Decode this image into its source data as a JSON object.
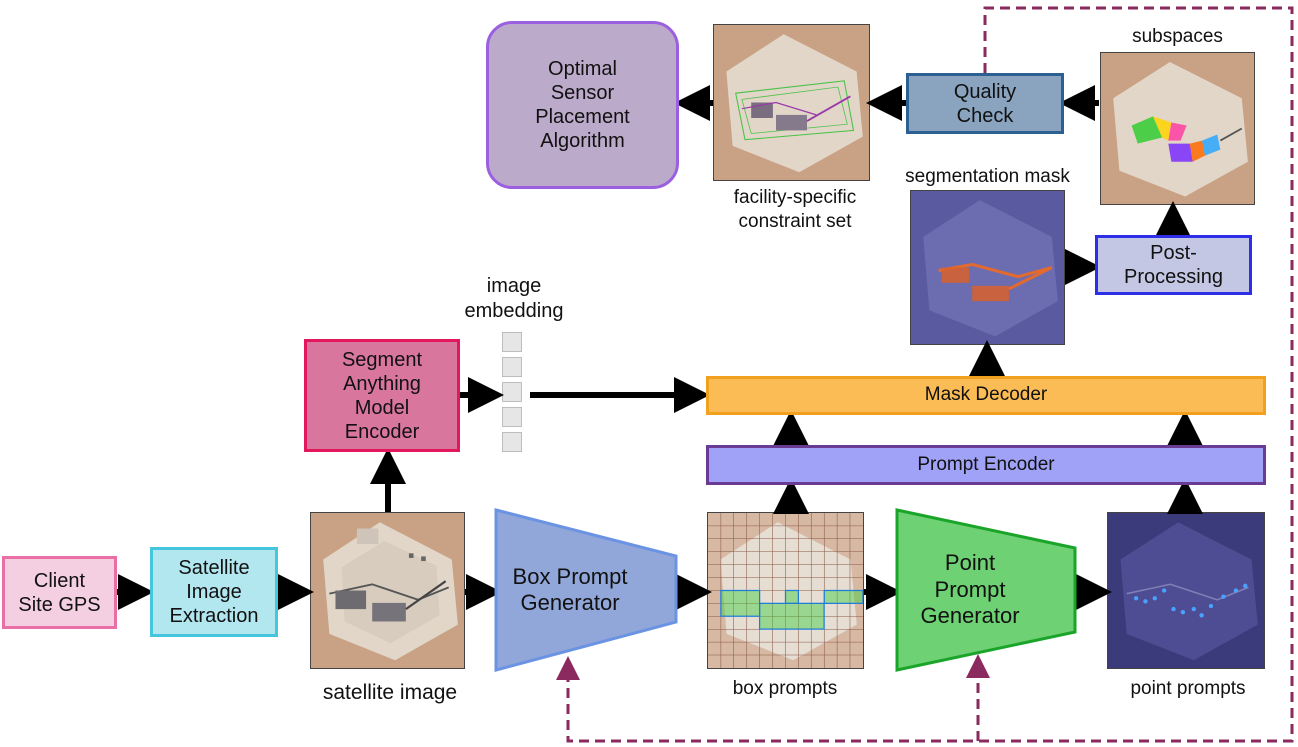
{
  "nodes": {
    "client_gps": "Client\nSite GPS",
    "satellite_extraction": "Satellite\nImage\nExtraction",
    "sam_encoder": "Segment\nAnything\nModel\nEncoder",
    "box_prompt_generator": "Box Prompt\nGenerator",
    "point_prompt_generator": "Point\nPrompt\nGenerator",
    "prompt_encoder": "Prompt Encoder",
    "mask_decoder": "Mask Decoder",
    "post_processing": "Post-\nProcessing",
    "quality_check": "Quality\nCheck",
    "optimal_sensor": "Optimal\nSensor\nPlacement\nAlgorithm"
  },
  "captions": {
    "satellite_image": "satellite image",
    "image_embedding": "image\nembedding",
    "box_prompts": "box prompts",
    "point_prompts": "point prompts",
    "segmentation_mask": "segmentation mask",
    "subspaces": "subspaces",
    "constraint_set": "facility-specific\nconstraint set"
  },
  "colors": {
    "client_fill": "#f4cfe2",
    "client_border": "#ea6fa6",
    "extract_fill": "#b3e7f0",
    "extract_border": "#45c6dc",
    "sam_fill": "#d9769e",
    "sam_border": "#e3185c",
    "box_gen_fill": "#92a7d9",
    "box_gen_border": "#6b93e3",
    "point_gen_fill": "#6ed173",
    "point_gen_border": "#1aa52a",
    "prompt_enc_fill": "#a0a2f8",
    "prompt_enc_border": "#6a3b93",
    "mask_dec_fill": "#fbbb55",
    "mask_dec_border": "#f2a11f",
    "post_fill": "#c4c7e3",
    "post_border": "#2d2ee8",
    "quality_fill": "#8aa3bf",
    "quality_border": "#2c5f92",
    "optimal_fill": "#bcaacb",
    "optimal_border": "#9a60e0",
    "arrow": "#000000",
    "feedback_dash": "#8a2a5e",
    "embedding_cell": "#e6e6e6"
  }
}
